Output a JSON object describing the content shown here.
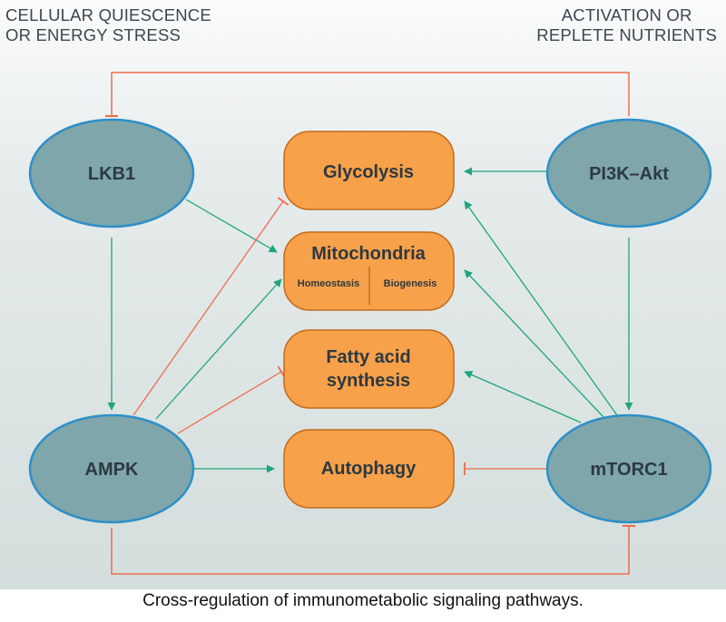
{
  "corners": {
    "left": [
      "CELLULAR QUIESCENCE",
      "OR ENERGY STRESS"
    ],
    "right": [
      "ACTIVATION OR",
      "REPLETE NUTRIENTS"
    ]
  },
  "nodes": {
    "lkb1": "LKB1",
    "ampk": "AMPK",
    "pi3k": "PI3K–Akt",
    "mtorc1": "mTORC1"
  },
  "processes": {
    "glycolysis": "Glycolysis",
    "mitochondria": {
      "title": "Mitochondria",
      "left": "Homeostasis",
      "right": "Biogenesis"
    },
    "fatty_acid": [
      "Fatty acid",
      "synthesis"
    ],
    "autophagy": "Autophagy"
  },
  "caption": "Cross-regulation of immunometabolic signaling pathways.",
  "colors": {
    "ellipse_fill": "#7ea6ab",
    "ellipse_stroke": "#2d8fc7",
    "box_fill": "#f7a14a",
    "box_stroke": "#c46a1d",
    "activation": "#1fa57b",
    "inhibition": "#ee6c4d"
  }
}
